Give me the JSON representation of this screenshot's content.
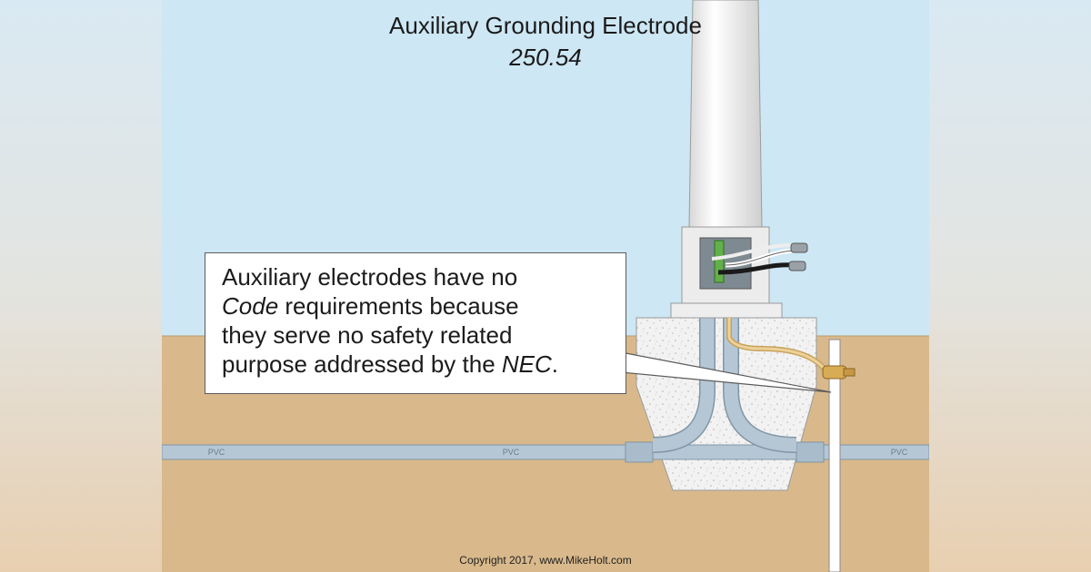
{
  "title": "Auxiliary Grounding Electrode",
  "section": "250.54",
  "callout": {
    "text_1": "Auxiliary electrodes have no",
    "text_2_italic": "Code",
    "text_2_rest": " requirements because",
    "text_3": "they serve no safety related",
    "text_4_pre": "purpose addressed by the ",
    "text_4_italic": "NEC",
    "text_4_post": "."
  },
  "conduit_labels": [
    "PVC",
    "PVC",
    "PVC"
  ],
  "copyright": "Copyright 2017, www.MikeHolt.com",
  "colors": {
    "sky": "#cde7f4",
    "soil": "#d9b98b",
    "concrete": "#f1f1f1",
    "conduit": "#b5c7d5",
    "copper_wire": "#e2c27e",
    "rod": "#ffffff"
  },
  "icons": [
    "light-pole",
    "handhole-box",
    "ground-rod",
    "ground-clamp",
    "concrete-base",
    "pvc-conduit"
  ]
}
